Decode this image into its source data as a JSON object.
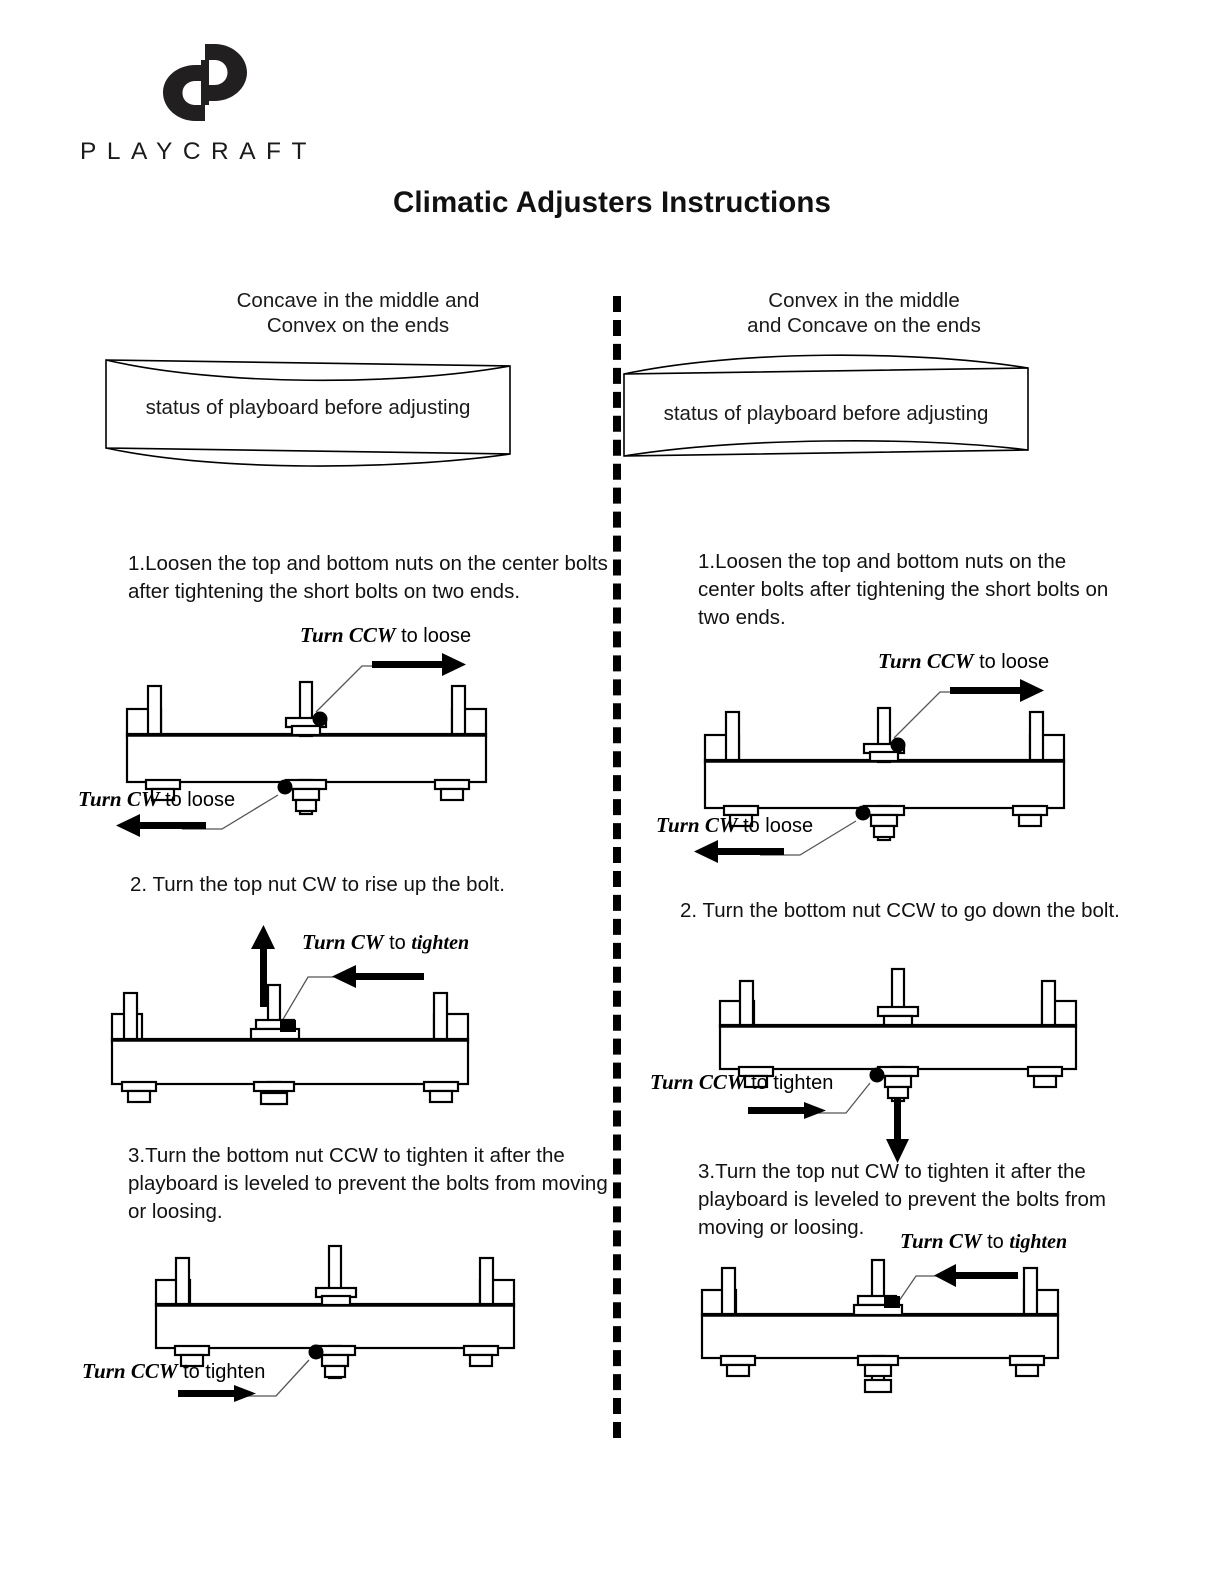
{
  "brand": {
    "wordmark": "PLAYCRAFT",
    "logo_icon": "playcraft-cp-monogram-icon"
  },
  "document": {
    "title": "Climatic Adjusters Instructions"
  },
  "columns": [
    {
      "id": "left",
      "heading_line1": "Concave in the middle and",
      "heading_line2": "Convex on the ends",
      "board": {
        "caption": "status of playboard before adjusting",
        "shape": "sagging"
      },
      "steps": [
        {
          "number": "1.",
          "text": "Loosen the top and bottom nuts on the center bolts after tightening the short bolts on two ends.",
          "figure": "loosen",
          "labels": {
            "top_strong": "Turn CCW",
            "top_plain": " to loose",
            "bottom_strong": "Turn CW",
            "bottom_plain": " to loose"
          }
        },
        {
          "number": "2.",
          "text": "Turn the top nut CW to rise up the bolt.",
          "figure": "top-nut-up",
          "labels": {
            "strong": "Turn CW",
            "plain": " to ",
            "italic": "tighten"
          }
        },
        {
          "number": "3.",
          "text": "Turn the bottom nut CCW to tighten it after the playboard is leveled to prevent the bolts from moving or loosing.",
          "figure": "bottom-nut-tighten",
          "labels": {
            "strong": "Turn CCW",
            "plain": " to tighten"
          }
        }
      ]
    },
    {
      "id": "right",
      "heading_line1": "Convex in the middle",
      "heading_line2": "and Concave on the ends",
      "board": {
        "caption": "status of playboard before adjusting",
        "shape": "arched"
      },
      "steps": [
        {
          "number": "1.",
          "text": "Loosen the top and bottom nuts on the center bolts after tightening the short bolts on two ends.",
          "figure": "loosen",
          "labels": {
            "top_strong": "Turn CCW",
            "top_plain": " to loose",
            "bottom_strong": "Turn CW",
            "bottom_plain": " to loose"
          }
        },
        {
          "number": "2.",
          "text": "Turn the bottom nut CCW to go down the bolt.",
          "figure": "bottom-nut-down",
          "labels": {
            "strong": "Turn CCW",
            "plain": " to tighten"
          }
        },
        {
          "number": "3.",
          "text": "Turn the top nut CW to tighten it after the playboard is leveled to prevent the bolts from moving or loosing.",
          "figure": "top-nut-tighten",
          "labels": {
            "strong": "Turn CW",
            "plain": " to ",
            "italic": "tighten"
          }
        }
      ]
    }
  ]
}
